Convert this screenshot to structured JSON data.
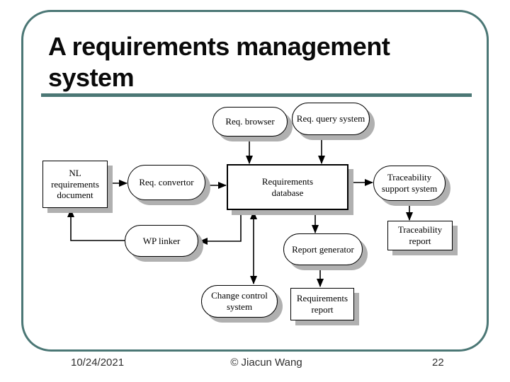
{
  "slide": {
    "title": "A requirements management system",
    "footer": {
      "date": "10/24/2021",
      "copyright": "© Jiacun Wang",
      "page": "22"
    },
    "colors": {
      "frame": "#4b7775",
      "title_rule": "#4b7775",
      "node_border": "#000000",
      "node_shadow": "#b0b0b0",
      "background": "#ffffff",
      "title_text": "#0a0a0a"
    }
  },
  "diagram": {
    "nodes": [
      {
        "id": "req-browser",
        "shape": "stadium",
        "label": "Req. browser"
      },
      {
        "id": "req-query-system",
        "shape": "stadium",
        "label": "Req. query system"
      },
      {
        "id": "nl-requirements-document",
        "shape": "rect",
        "label": "NL requirements document"
      },
      {
        "id": "req-convertor",
        "shape": "stadium",
        "label": "Req. convertor"
      },
      {
        "id": "requirements-database",
        "shape": "rect",
        "label": "Requirements database"
      },
      {
        "id": "traceability-support-system",
        "shape": "stadium",
        "label": "Traceability support system"
      },
      {
        "id": "traceability-report",
        "shape": "rect",
        "label": "Traceability report"
      },
      {
        "id": "wp-linker",
        "shape": "stadium",
        "label": "WP linker"
      },
      {
        "id": "report-generator",
        "shape": "stadium",
        "label": "Report generator"
      },
      {
        "id": "change-control-system",
        "shape": "stadium",
        "label": "Change control system"
      },
      {
        "id": "requirements-report",
        "shape": "rect",
        "label": "Requirements report"
      }
    ],
    "edges": [
      {
        "from": "req-browser",
        "to": "requirements-database",
        "arrow": "single"
      },
      {
        "from": "req-query-system",
        "to": "requirements-database",
        "arrow": "single"
      },
      {
        "from": "nl-requirements-document",
        "to": "req-convertor",
        "arrow": "single"
      },
      {
        "from": "req-convertor",
        "to": "requirements-database",
        "arrow": "single"
      },
      {
        "from": "requirements-database",
        "to": "traceability-support-system",
        "arrow": "single"
      },
      {
        "from": "traceability-support-system",
        "to": "traceability-report",
        "arrow": "single"
      },
      {
        "from": "requirements-database",
        "to": "wp-linker",
        "arrow": "single"
      },
      {
        "from": "wp-linker",
        "to": "nl-requirements-document",
        "arrow": "single"
      },
      {
        "from": "requirements-database",
        "to": "change-control-system",
        "arrow": "double"
      },
      {
        "from": "requirements-database",
        "to": "report-generator",
        "arrow": "single"
      },
      {
        "from": "report-generator",
        "to": "requirements-report",
        "arrow": "single"
      }
    ]
  }
}
